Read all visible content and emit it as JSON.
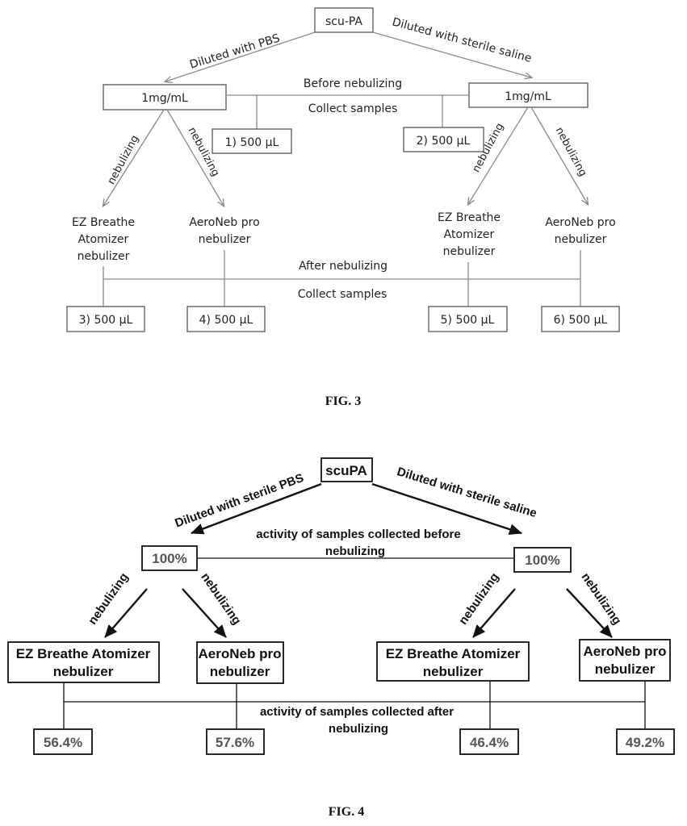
{
  "fig3": {
    "root": "scu-PA",
    "left_edge_label": "Diluted with PBS",
    "right_edge_label": "Diluted with sterile saline",
    "left_conc": "1mg/mL",
    "right_conc": "1mg/mL",
    "before_label": "Before nebulizing",
    "collect_label_1": "Collect samples",
    "sample_1": "1) 500 μL",
    "sample_2": "2) 500 μL",
    "edge_nebulizing": "nebulizing",
    "device_a_lines": [
      "EZ Breathe",
      "Atomizer",
      "nebulizer"
    ],
    "device_b_lines": [
      "AeroNeb pro",
      "nebulizer"
    ],
    "after_label": "After nebulizing",
    "collect_label_2": "Collect samples",
    "sample_3": "3) 500 μL",
    "sample_4": "4) 500 μL",
    "sample_5": "5) 500 μL",
    "sample_6": "6) 500 μL",
    "caption": "FIG. 3"
  },
  "fig4": {
    "root": "scuPA",
    "left_edge_label": "Diluted with sterile PBS",
    "right_edge_label": "Diluted with sterile saline",
    "left_activity": "100%",
    "right_activity": "100%",
    "before_label_line1": "activity of samples collected before",
    "before_label_line2": "nebulizing",
    "edge_nebulizing": "nebulizing",
    "device_a_lines": [
      "EZ Breathe Atomizer",
      "nebulizer"
    ],
    "device_b_lines": [
      "AeroNeb pro",
      "nebulizer"
    ],
    "after_label_line1": "activity of samples collected after",
    "after_label_line2": "nebulizing",
    "result_1": "56.4%",
    "result_2": "57.6%",
    "result_3": "46.4%",
    "result_4": "49.2%",
    "caption": "FIG. 4"
  },
  "colors": {
    "fig3_line": "#8a8a8a",
    "fig4_line": "#111111",
    "text": "#222222"
  }
}
